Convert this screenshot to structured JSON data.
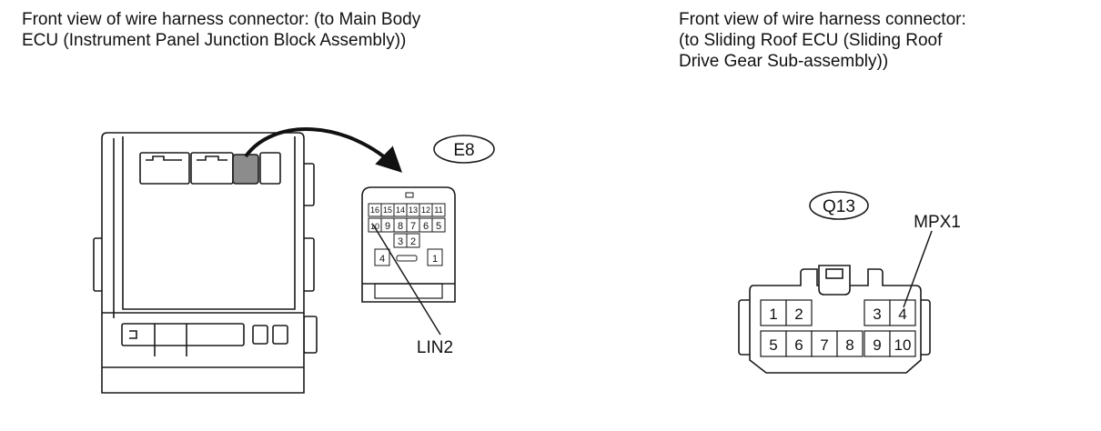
{
  "left_caption": {
    "line1": "Front view of wire harness connector: (to Main Body",
    "line2": "ECU (Instrument Panel Junction Block Assembly))"
  },
  "right_caption": {
    "line1": "Front view of wire harness connector:",
    "line2": "(to Sliding Roof ECU (Sliding Roof",
    "line3": "Drive Gear Sub-assembly))"
  },
  "connector_e8": {
    "id": "E8",
    "row1": [
      "16",
      "15",
      "14",
      "13",
      "12",
      "11"
    ],
    "row2": [
      "10",
      "9",
      "8",
      "7",
      "6",
      "5"
    ],
    "row3": [
      "3",
      "2"
    ],
    "row4_left": "4",
    "row4_right": "1",
    "callout": "LIN2"
  },
  "connector_q13": {
    "id": "Q13",
    "row1": [
      "1",
      "2",
      "3",
      "4"
    ],
    "row2": [
      "5",
      "6",
      "7",
      "8",
      "9",
      "10"
    ],
    "callout": "MPX1"
  },
  "colors": {
    "stroke": "#1a1a1a",
    "highlight_fill": "#8c8c8c",
    "background": "#ffffff"
  }
}
